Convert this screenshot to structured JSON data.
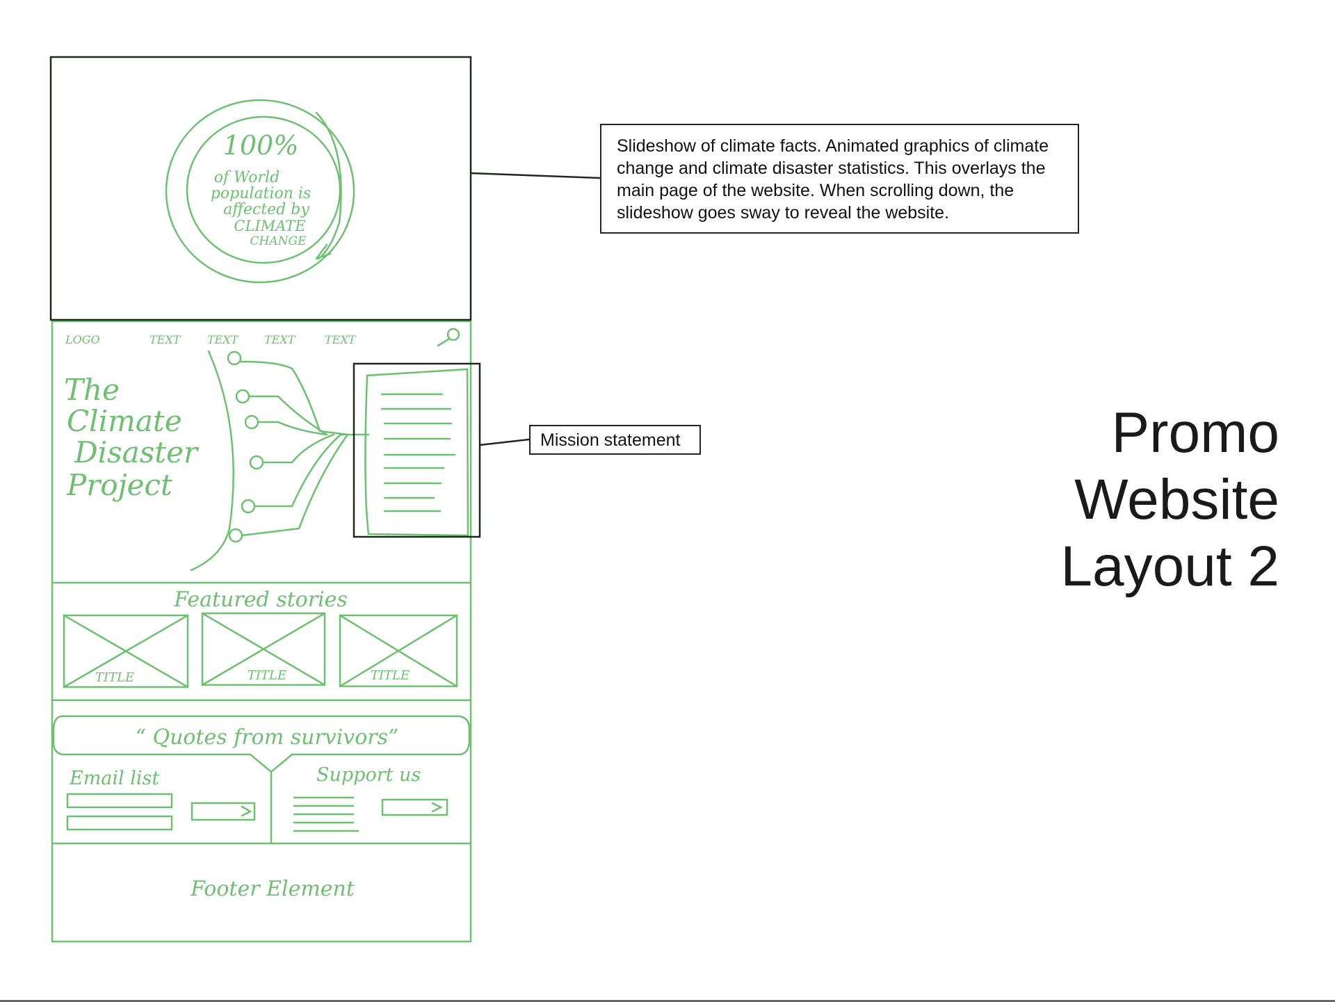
{
  "title": {
    "line1": "Promo",
    "line2": "Website",
    "line3": "Layout 2"
  },
  "annotations": {
    "slideshow": "Slideshow of climate facts. Animated graphics of climate change and climate disaster statistics. This overlays the main page of the website. When scrolling down, the slideshow goes sway to reveal the website.",
    "mission": "Mission statement"
  },
  "sketch": {
    "slide": {
      "stat": "100%",
      "line1": "of World",
      "line2": "population is",
      "line3": "affected by",
      "line4": "CLIMATE",
      "line5": "CHANGE"
    },
    "nav": {
      "logo": "LOGO",
      "items": [
        "TEXT",
        "TEXT",
        "TEXT",
        "TEXT"
      ]
    },
    "hero": {
      "line1": "The",
      "line2": "Climate",
      "line3": "Disaster",
      "line4": "Project"
    },
    "featured": {
      "heading": "Featured stories",
      "cards": [
        "TITLE",
        "TITLE",
        "TITLE"
      ]
    },
    "quote": "“ Quotes from survivors”",
    "email": {
      "heading": "Email list"
    },
    "support": {
      "heading": "Support us"
    },
    "footer": "Footer Element"
  },
  "colors": {
    "sketch": "#6cc070",
    "ink": "#111111"
  }
}
